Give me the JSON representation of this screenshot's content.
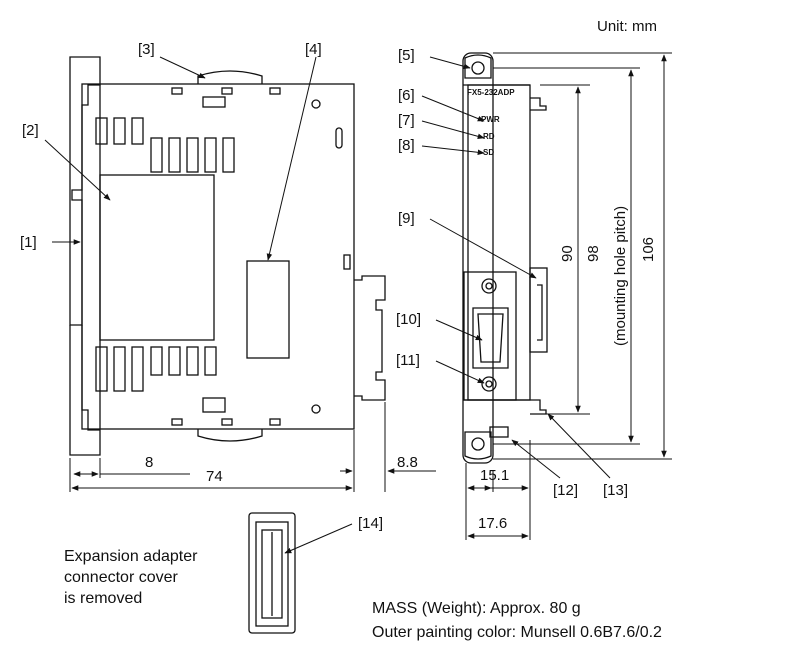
{
  "unit": "Unit: mm",
  "callouts": [
    "[1]",
    "[2]",
    "[3]",
    "[4]",
    "[5]",
    "[6]",
    "[7]",
    "[8]",
    "[9]",
    "[10]",
    "[11]",
    "[12]",
    "[13]",
    "[14]"
  ],
  "model": "FX5-232ADP",
  "leds": [
    "PWR",
    "RD",
    "SD"
  ],
  "dimensions": {
    "d8": "8",
    "d74": "74",
    "d8_8": "8.8",
    "d15_1": "15.1",
    "d17_6": "17.6",
    "d90": "90",
    "d98": "98",
    "d106": "106",
    "mounting_pitch": "(mounting hole pitch)"
  },
  "note_cover": [
    "Expansion adapter",
    "connector cover",
    "is removed"
  ],
  "mass": "MASS (Weight): Approx. 80 g",
  "color": "Outer painting color: Munsell 0.6B7.6/0.2"
}
